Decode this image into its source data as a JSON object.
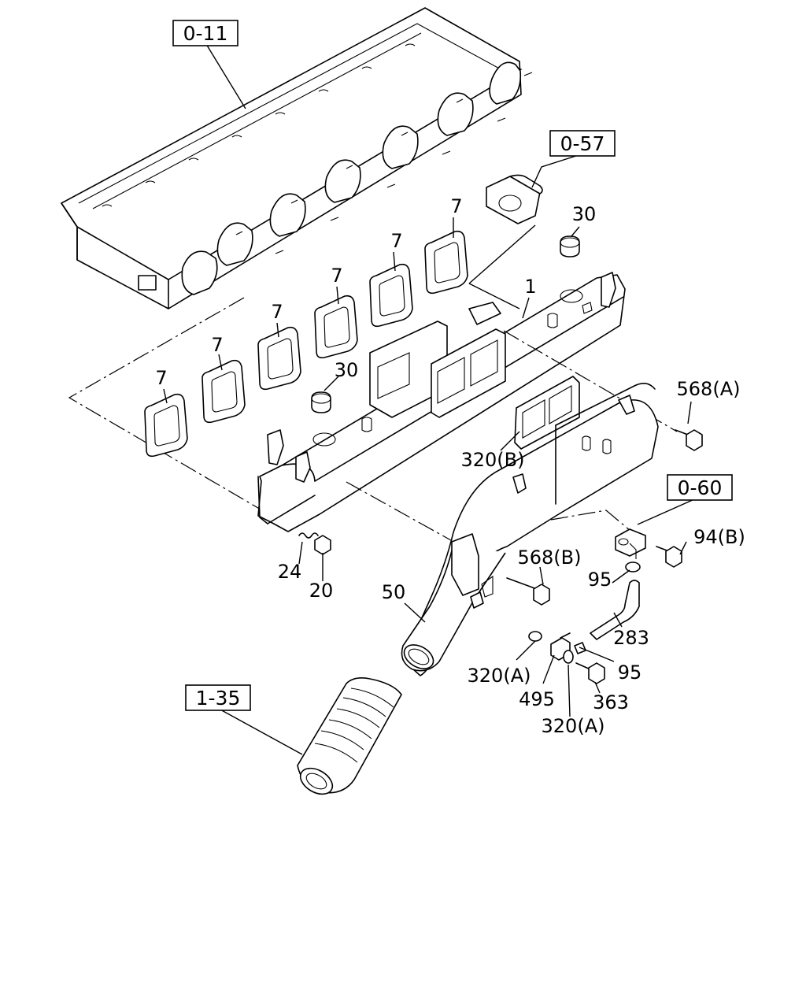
{
  "references": [
    {
      "id": "ref-0-11",
      "text": "0-11"
    },
    {
      "id": "ref-0-57",
      "text": "0-57"
    },
    {
      "id": "ref-0-60",
      "text": "0-60"
    },
    {
      "id": "ref-1-35",
      "text": "1-35"
    }
  ],
  "callouts": {
    "c7a": "7",
    "c7b": "7",
    "c7c": "7",
    "c7d": "7",
    "c7e": "7",
    "c7f": "7",
    "c30a": "30",
    "c30b": "30",
    "c1": "1",
    "c568a": "568(A)",
    "c320b": "320(B)",
    "c94b": "94(B)",
    "c568b": "568(B)",
    "c95a": "95",
    "c95b": "95",
    "c283": "283",
    "c24": "24",
    "c20": "20",
    "c50": "50",
    "c320a1": "320(A)",
    "c495": "495",
    "c363": "363",
    "c320a2": "320(A)"
  }
}
